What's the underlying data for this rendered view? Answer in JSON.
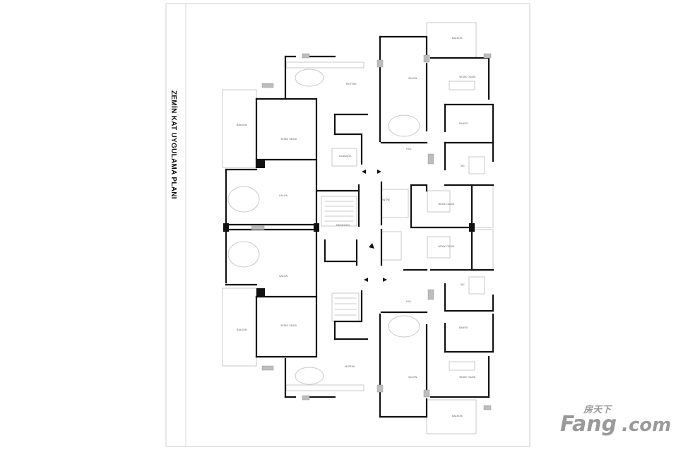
{
  "title": "ZEMİN KAT UYGULAMA PLANI",
  "watermark": {
    "brand": "Fang",
    "domain": ".com",
    "cn": "房天下"
  },
  "room_labels": [
    "SALON",
    "MUTFAK",
    "YATAK ODASI",
    "BANYO",
    "HOL",
    "BALKON",
    "WC",
    "ANTRE",
    "ASANSÖR",
    "MERDİVEN"
  ],
  "colors": {
    "wall": "#111111",
    "thin": "#c9c9c9",
    "frame": "#cfcfcf",
    "watermark": "#9a9a9a"
  },
  "icons": {
    "north": "arrow-icon"
  }
}
